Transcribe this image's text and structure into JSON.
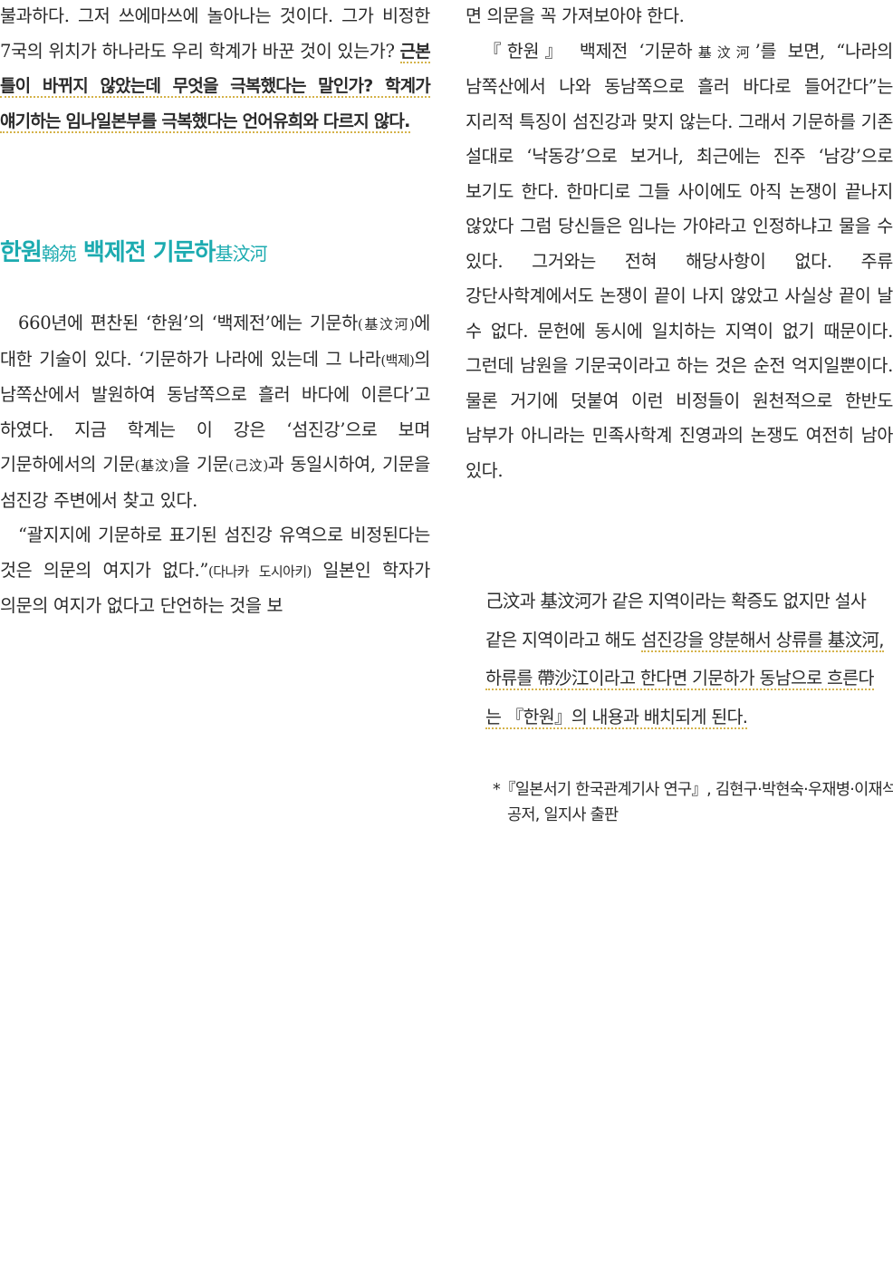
{
  "left": {
    "p1": {
      "plain": "불과하다. 그저 쓰에마쓰에 놀아나는 것이다. 그가 비정한 7국의 위치가 하나라도 우리 학계가 바꾼 것이 있는가? ",
      "underlined": "근본 틀이 바뀌지 않았는데 무엇을 극복했다는 말인가? 학계가 얘기하는 임나일본부를 극복했다는 언어유희와 다르지 않다."
    },
    "heading": {
      "main1": "한원",
      "hanja1": "翰苑",
      "main2": " 백제전 기문하",
      "hanja2": "基汶河"
    },
    "p2": {
      "t1": "660년에 편찬된 ‘한원’의 ‘백제전’에는 기문하",
      "s1": "(基汶河)",
      "t2": "에 대한 기술이 있다. ‘기문하가 나라에 있는데 그 나라",
      "s2": "(백제)",
      "t3": "의 남쪽산에서 발원하여 동남쪽으로 흘러 바다에 이른다’고 하였다. 지금 학계는 이 강은 ‘섬진강’으로 보며 기문하에서의 기문",
      "s3": "(基汶)",
      "t4": "을 기문",
      "s4": "(己汶)",
      "t5": "과 동일시하여, 기문을 섬진강 주변에서 찾고 있다."
    },
    "p3": {
      "t1": "“괄지지에 기문하로 표기된 섬진강 유역으로 비정된다는 것은 의문의 여지가 없다.”",
      "s1": "(다나카 도시아키)",
      "t2": " 일본인 학자가 의문의 여지가 없다고 단언하는 것을 보"
    }
  },
  "right": {
    "p1": "면 의문을 꼭 가져보아야 한다.",
    "p2": {
      "t1": "『한원』 백제전 ‘기문하",
      "s1": "基汶河",
      "t2": "’를 보면, “나라의 남쪽산에서 나와 동남쪽으로 흘러 바다로 들어간다”는 지리적 특징이 섬진강과 맞지 않는다. 그래서 기문하를 기존 설대로 ‘낙동강’으로 보거나, 최근에는 진주 ‘남강’으로 보기도 한다. 한마디로 그들 사이에도 아직 논쟁이 끝나지 않았다 그럼 당신들은 임나는 가야라고 인정하냐고 물을 수 있다. 그거와는 전혀 해당사항이 없다. 주류 강단사학계에서도 논쟁이 끝이 나지 않았고 사실상 끝이 날 수 없다. 문헌에 동시에 일치하는 지역이 없기 때문이다. 그런데 남원을 기문국이라고 하는 것은 순전 억지일뿐이다. 물론 거기에 덧붙여 이런 비정들이 원천적으로 한반도 남부가 아니라는 민족사학계 진영과의 논쟁도 여전히 남아 있다."
    },
    "quote": {
      "plain": "己汶과 基汶河가 같은 지역이라는 확증도 없지만 설사 같은 지역이라고 해도 ",
      "underlined": "섬진강을 양분해서 상류를 基汶河, 하류를 帶沙江이라고 한다면 기문하가 동남으로 흐른다는 『한원』의 내용과 배치되게 된다."
    },
    "footnote": "*『일본서기 한국관계기사 연구』, 김현구·박현숙·우재병·이재석 공저, 일지사 출판"
  },
  "colors": {
    "text": "#2b2b2b",
    "heading": "#1cabb0",
    "underline": "#d5b34a"
  }
}
